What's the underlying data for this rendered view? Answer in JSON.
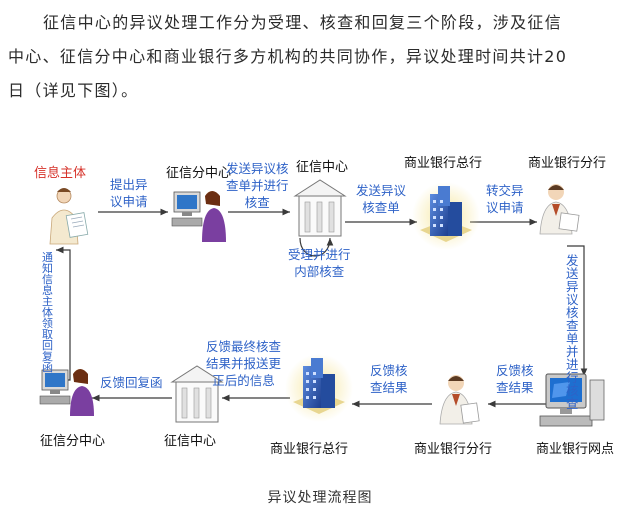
{
  "intro": {
    "line1": "征信中心的异议处理工作分为受理、核查和回复三个阶段，涉及征信",
    "line2": "中心、征信分中心和商业银行多方机构的共同协作，异议处理时间共计20",
    "line3": "日（详见下图）。"
  },
  "nodes": {
    "info_subject": "信息主体",
    "credit_sub_center_top": "征信分中心",
    "credit_center_top": "征信中心",
    "bank_hq_top": "商业银行总行",
    "bank_branch_top": "商业银行分行",
    "bank_outlet": "商业银行网点",
    "bank_branch_bottom": "商业银行分行",
    "bank_hq_bottom": "商业银行总行",
    "credit_center_bottom": "征信中心",
    "credit_sub_center_bottom": "征信分中心"
  },
  "edges": {
    "submit_objection": "提出异\n议申请",
    "send_check_list": "发送异议核\n查单并进行\n核查",
    "accept_internal_check": "受理并进行\n内部核查",
    "send_objection_check": "发送异议\n核查单",
    "forward_objection": "转交异\n议申请",
    "send_check_to_outlet": "发\n送\n异\n议\n核\n查\n单\n并\n进\n行\n核\n查",
    "feedback_result_outlet": "反馈核\n查结果",
    "feedback_result_branch": "反馈核\n查结果",
    "feedback_final_result": "反馈最终核查\n结果并报送更\n正后的信息",
    "feedback_reply": "反馈回复函",
    "notify_subject": "通\n知\n信\n息\n主\n体\n领\n取\n回\n复\n函"
  },
  "caption": "异议处理流程图",
  "colors": {
    "edge_label": "#2e62c7",
    "info_subject_label": "#d6322a",
    "arrow": "#3a3a3a"
  }
}
